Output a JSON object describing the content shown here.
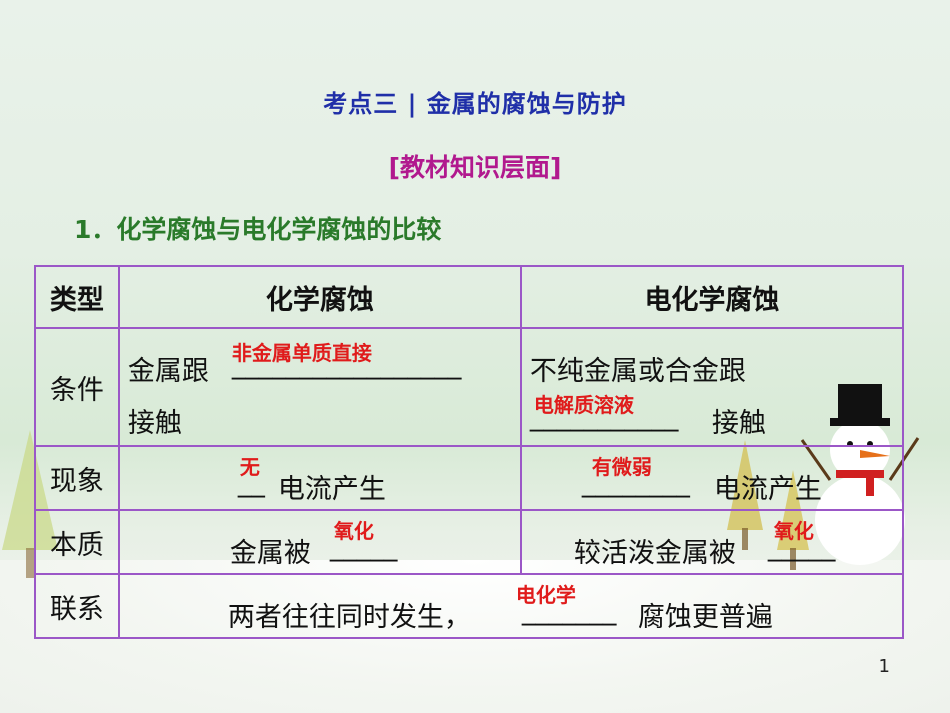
{
  "title": "考点三 | 金属的腐蚀与防护",
  "subtitle": "[教材知识层面]",
  "heading": "1．化学腐蚀与电化学腐蚀的比较",
  "table": {
    "headers": [
      "类型",
      "化学腐蚀",
      "电化学腐蚀"
    ],
    "rows": {
      "condition": {
        "label": "条件",
        "chem_prefix": "金属跟",
        "chem_blank": "_________________",
        "chem_suffix": "接触",
        "chem_answer": "非金属单质直接",
        "electro_line1": "不纯金属或合金跟",
        "electro_blank": "___________",
        "electro_suffix": "接触",
        "electro_answer": "电解质溶液"
      },
      "phenomenon": {
        "label": "现象",
        "chem_blank": "__",
        "chem_suffix": "电流产生",
        "chem_answer": "无",
        "electro_blank": "________",
        "electro_suffix": "电流产生",
        "electro_answer": "有微弱"
      },
      "essence": {
        "label": "本质",
        "chem_prefix": "金属被",
        "chem_blank": "_____",
        "chem_answer": "氧化",
        "electro_prefix": "较活泼金属被",
        "electro_blank": "_____",
        "electro_answer": "氧化"
      },
      "relation": {
        "label": "联系",
        "prefix": "两者往往同时发生，",
        "blank": "_______",
        "suffix": "腐蚀更普遍",
        "answer": "电化学"
      }
    }
  },
  "page_number": "1",
  "colors": {
    "title": "#1f2fa8",
    "subtitle": "#b1198e",
    "heading": "#2a7a2a",
    "header_text": "#2a40c8",
    "answer": "#e01b1b",
    "table_border": "#9b57c7"
  },
  "decorations": [
    "snowman-icon",
    "pine-tree-icon"
  ]
}
